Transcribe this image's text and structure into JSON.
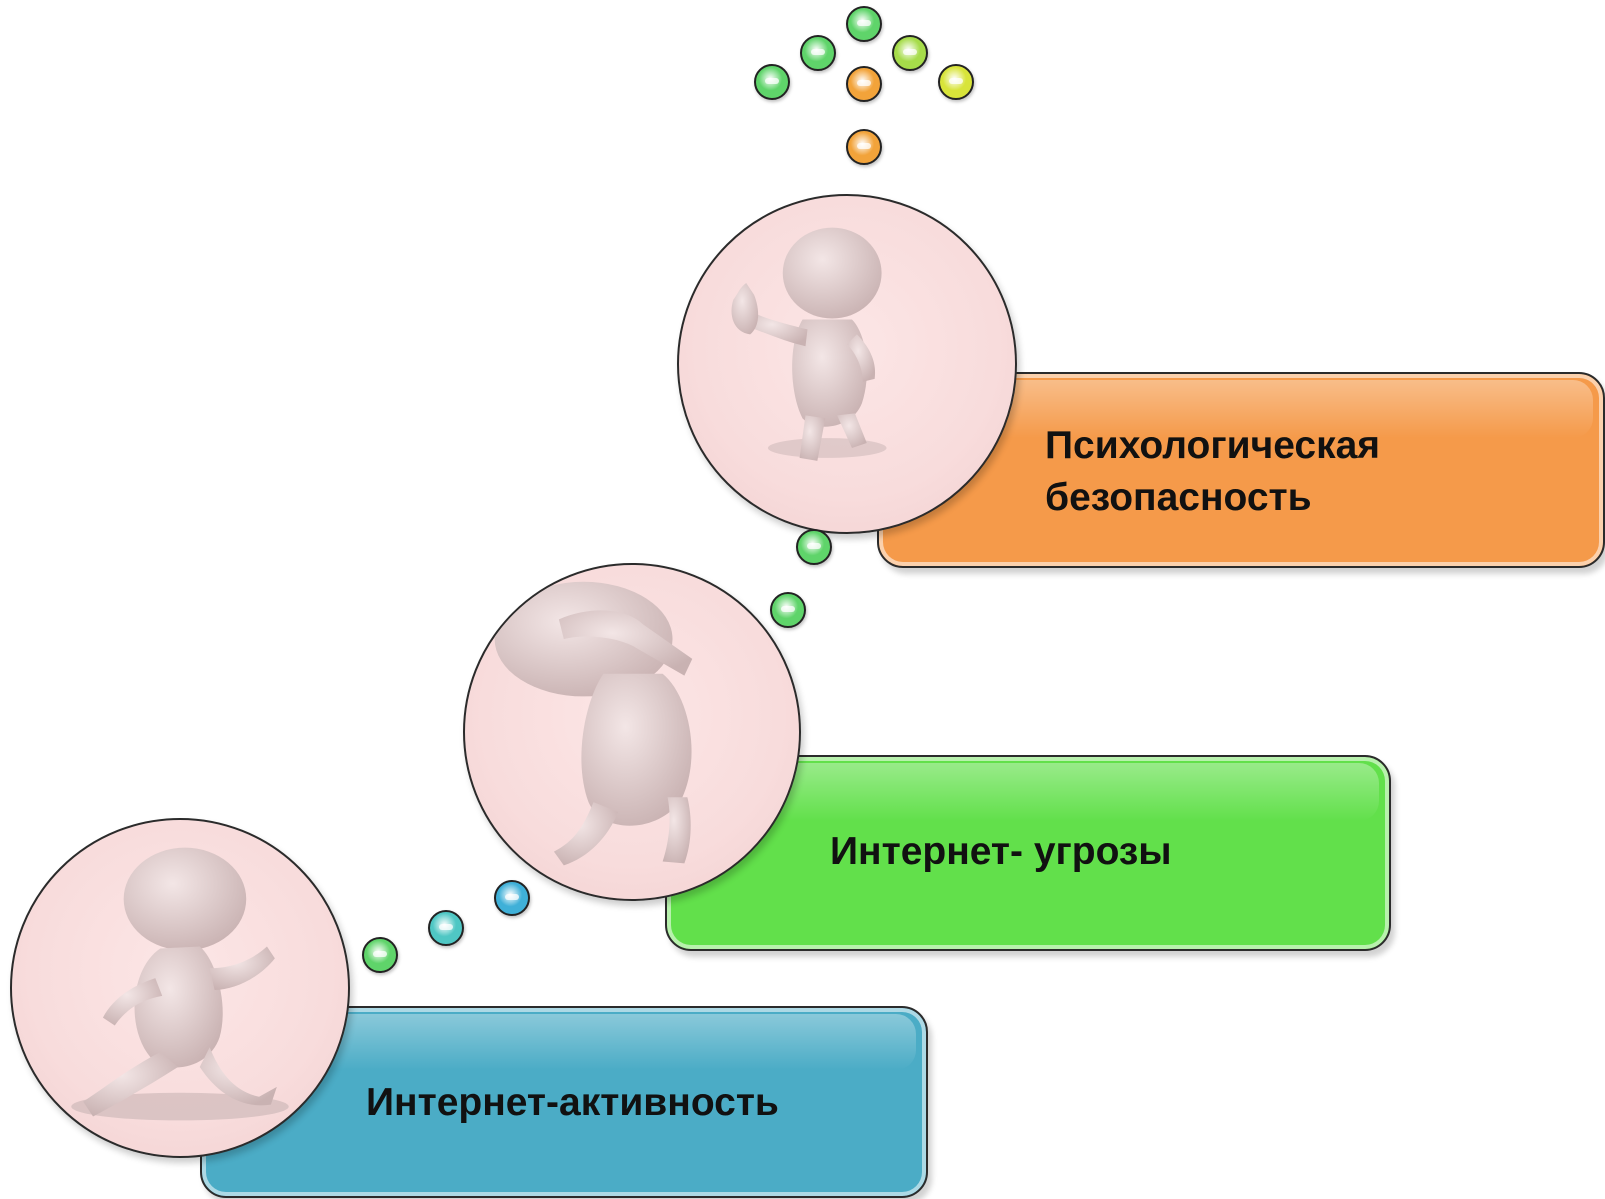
{
  "steps": [
    {
      "label": "Интернет-активность",
      "color": "#4bacc6",
      "icon": "running-figure-icon"
    },
    {
      "label": "Интернет- угрозы",
      "color": "#62e04b",
      "icon": "distressed-figure-icon"
    },
    {
      "label": "Психологическая\nбезопасность",
      "color": "#f59a4a",
      "icon": "thumbs-up-figure-icon"
    }
  ],
  "dot_colors": {
    "green": "#5fd46a",
    "teal": "#4fc7c4",
    "blue": "#3fb0d8",
    "orange": "#f2a33a",
    "yellow": "#d8e43a",
    "lime": "#a6dc4a"
  }
}
